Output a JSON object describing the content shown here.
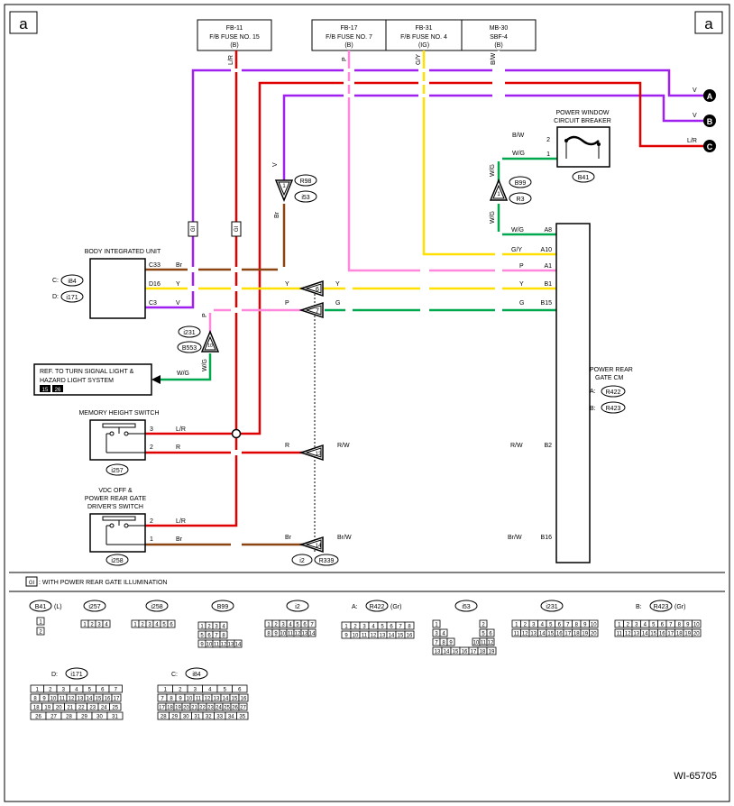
{
  "corner": {
    "left": "a",
    "right": "a"
  },
  "fuses": [
    {
      "l1": "FB-11",
      "l2": "F/B FUSE NO. 15",
      "l3": "(B)"
    },
    {
      "l1": "FB-17",
      "l2": "F/B FUSE NO. 7",
      "l3": "(B)"
    },
    {
      "l1": "FB-31",
      "l2": "F/B FUSE NO. 4",
      "l3": "(IG)"
    },
    {
      "l1": "MB-30",
      "l2": "SBF-4",
      "l3": "(B)"
    }
  ],
  "top_wire_labels": {
    "lr": "L/R",
    "p": "P",
    "gy": "G/Y",
    "bw": "B/W"
  },
  "connectors_out": [
    {
      "wire": "V",
      "tag": "A"
    },
    {
      "wire": "V",
      "tag": "B"
    },
    {
      "wire": "L/R",
      "tag": "C"
    }
  ],
  "pwcb": {
    "title1": "POWER WINDOW",
    "title2": "CIRCUIT BREAKER",
    "pin2": "2",
    "pin1": "1",
    "wire2": "B/W",
    "wire1": "W/G",
    "conn": "B41"
  },
  "biu": {
    "title": "BODY INTEGRATED UNIT",
    "c_prefix": "C:",
    "c_conn": "i84",
    "d_prefix": "D:",
    "d_conn": "i171",
    "pins": [
      {
        "pin": "C33",
        "wire": "Br"
      },
      {
        "pin": "D16",
        "wire": "Y"
      },
      {
        "pin": "C3",
        "wire": "V"
      }
    ]
  },
  "joint_r98": {
    "wire_v": "V",
    "wire_br": "Br",
    "pin": "1",
    "c1": "R98",
    "c2": "i53"
  },
  "joint_b99": {
    "wire": "W/G",
    "pin": "1",
    "c1": "B99",
    "c2": "R3",
    "wire2": "W/G"
  },
  "splice_gi": [
    "GI",
    "GI"
  ],
  "i2_pins": [
    "6",
    "7",
    "13",
    "14"
  ],
  "mid_wires": {
    "y1": "Y",
    "p1": "P",
    "y2": "Y",
    "g": "G",
    "r": "R",
    "rw": "R/W",
    "br": "Br",
    "brw": "Br/W",
    "rw2": "R/W",
    "brw2": "Br/W",
    "p_left": "P",
    "wg_left": "W/G"
  },
  "joint_i231": {
    "pin": "10",
    "c1": "i231",
    "c2": "B553"
  },
  "ref_box": {
    "line1": "REF. TO TURN SIGNAL LIGHT &",
    "line2": "HAZARD LIGHT SYSTEM",
    "badge1": "15",
    "badge2": "26"
  },
  "mhs": {
    "title": "MEMORY HEIGHT SWITCH",
    "pin3": "3",
    "pin2": "2",
    "wire3": "L/R",
    "wire2": "R",
    "conn": "i257"
  },
  "vdc": {
    "title1": "VDC OFF &",
    "title2": "POWER REAR GATE",
    "title3": "DRIVER'S SWITCH",
    "pin2": "2",
    "pin1": "1",
    "wire2": "L/R",
    "wire1": "Br",
    "conn": "i258"
  },
  "i2_conns": {
    "c1": "i2",
    "c2": "R339"
  },
  "cm": {
    "title1": "POWER REAR",
    "title2": "GATE CM",
    "a_prefix": "A:",
    "a_conn": "R422",
    "b_prefix": "B:",
    "b_conn": "R423",
    "pins": [
      {
        "pin": "A8",
        "wire": "W/G"
      },
      {
        "pin": "A10",
        "wire": "G/Y"
      },
      {
        "pin": "A1",
        "wire": "P"
      },
      {
        "pin": "B1",
        "wire": "Y"
      },
      {
        "pin": "B15",
        "wire": "G"
      },
      {
        "pin": "B2",
        "wire": "R/W"
      },
      {
        "pin": "B16",
        "wire": "Br/W"
      }
    ]
  },
  "legend": {
    "badge": "GI",
    "text": ": WITH POWER REAR GATE ILLUMINATION"
  },
  "connector_views": {
    "b41": {
      "name": "B41",
      "suffix": "(L)",
      "pins": [
        "1",
        "2"
      ]
    },
    "i257": {
      "name": "i257",
      "pins": [
        "1",
        "2",
        "3",
        "4"
      ]
    },
    "i258": {
      "name": "i258",
      "pins": [
        "1",
        "2",
        "3",
        "4",
        "5",
        "6"
      ]
    },
    "b99": {
      "name": "B99",
      "pins": [
        "1",
        "2",
        "3",
        "4",
        "5",
        "6",
        "7",
        "8",
        "9",
        "10",
        "11",
        "12",
        "13",
        "14"
      ]
    },
    "i2": {
      "name": "i2",
      "row1": [
        "1",
        "2",
        "3",
        "4",
        "5",
        "6",
        "7"
      ],
      "row2": [
        "8",
        "9",
        "10",
        "11",
        "12",
        "13",
        "14"
      ]
    },
    "r422": {
      "prefix": "A:",
      "name": "R422",
      "suffix": "(Gr)",
      "row1": [
        "1",
        "2",
        "3",
        "4",
        "5",
        "6",
        "7",
        "8"
      ],
      "row2": [
        "9",
        "10",
        "11",
        "12",
        "13",
        "14",
        "15",
        "16"
      ]
    },
    "i53": {
      "name": "i53",
      "pins": [
        "1",
        "2",
        "3",
        "4",
        "5",
        "6",
        "7",
        "8",
        "9",
        "10",
        "11",
        "12",
        "13",
        "14",
        "15",
        "16",
        "17",
        "18",
        "19"
      ]
    },
    "i231": {
      "name": "i231",
      "row1": [
        "1",
        "2",
        "3",
        "4",
        "5",
        "6",
        "7",
        "8",
        "9",
        "10"
      ],
      "row2": [
        "11",
        "12",
        "13",
        "14",
        "15",
        "16",
        "17",
        "18",
        "19",
        "20"
      ]
    },
    "r423": {
      "prefix": "B:",
      "name": "R423",
      "suffix": "(Gr)",
      "row1": [
        "1",
        "2",
        "3",
        "4",
        "5",
        "6",
        "7",
        "8",
        "9",
        "10"
      ],
      "row2": [
        "11",
        "12",
        "13",
        "14",
        "15",
        "16",
        "17",
        "18",
        "19",
        "20"
      ]
    },
    "i171": {
      "prefix": "D:",
      "name": "i171",
      "row1": [
        "1",
        "2",
        "3",
        "4",
        "5",
        "6",
        "7"
      ],
      "row2": [
        "8",
        "9",
        "10",
        "11",
        "12",
        "13",
        "14",
        "15",
        "16",
        "17"
      ],
      "row3": [
        "18",
        "19",
        "20",
        "21",
        "22",
        "23",
        "24",
        "25"
      ],
      "row4": [
        "26",
        "27",
        "28",
        "29",
        "30",
        "31"
      ]
    },
    "i84": {
      "prefix": "C:",
      "name": "i84",
      "row1": [
        "1",
        "2",
        "3",
        "4",
        "5",
        "6"
      ],
      "row2": [
        "7",
        "8",
        "9",
        "10",
        "11",
        "12",
        "13",
        "14",
        "15",
        "16"
      ],
      "row3": [
        "17",
        "18",
        "19",
        "20",
        "21",
        "22",
        "23",
        "24",
        "25",
        "26",
        "27"
      ],
      "row4": [
        "28",
        "29",
        "30",
        "31",
        "32",
        "33",
        "34",
        "35"
      ]
    }
  },
  "footer_code": "WI-65705",
  "colors": {
    "violet": "#a020f0",
    "red": "#e00000",
    "pink": "#ff88dd",
    "yellow": "#ffe000",
    "green": "#00a84f",
    "brown": "#8b4513"
  }
}
